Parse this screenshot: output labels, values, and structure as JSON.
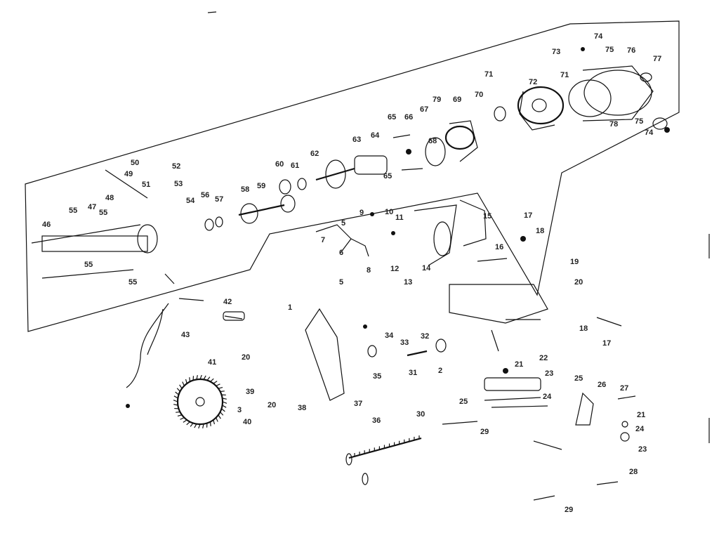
{
  "diagram": {
    "type": "exploded-parts-diagram",
    "callouts": [
      {
        "id": "c74a",
        "text": "74"
      },
      {
        "id": "c75a",
        "text": "75"
      },
      {
        "id": "c76",
        "text": "76"
      },
      {
        "id": "c73",
        "text": "73"
      },
      {
        "id": "c77",
        "text": "77"
      },
      {
        "id": "c71a",
        "text": "71"
      },
      {
        "id": "c72",
        "text": "72"
      },
      {
        "id": "c71b",
        "text": "71"
      },
      {
        "id": "c70",
        "text": "70"
      },
      {
        "id": "c69",
        "text": "69"
      },
      {
        "id": "c79",
        "text": "79"
      },
      {
        "id": "c67",
        "text": "67"
      },
      {
        "id": "c65a",
        "text": "65"
      },
      {
        "id": "c66",
        "text": "66"
      },
      {
        "id": "c78",
        "text": "78"
      },
      {
        "id": "c75b",
        "text": "75"
      },
      {
        "id": "c74b",
        "text": "74"
      },
      {
        "id": "c64",
        "text": "64"
      },
      {
        "id": "c63",
        "text": "63"
      },
      {
        "id": "c68",
        "text": "68"
      },
      {
        "id": "c62",
        "text": "62"
      },
      {
        "id": "c60",
        "text": "60"
      },
      {
        "id": "c61",
        "text": "61"
      },
      {
        "id": "c65b",
        "text": "65"
      },
      {
        "id": "c50",
        "text": "50"
      },
      {
        "id": "c52",
        "text": "52"
      },
      {
        "id": "c49",
        "text": "49"
      },
      {
        "id": "c51",
        "text": "51"
      },
      {
        "id": "c53",
        "text": "53"
      },
      {
        "id": "c58",
        "text": "58"
      },
      {
        "id": "c59",
        "text": "59"
      },
      {
        "id": "c56",
        "text": "56"
      },
      {
        "id": "c57",
        "text": "57"
      },
      {
        "id": "c48",
        "text": "48"
      },
      {
        "id": "c54",
        "text": "54"
      },
      {
        "id": "c55a",
        "text": "55"
      },
      {
        "id": "c47",
        "text": "47"
      },
      {
        "id": "c55b",
        "text": "55"
      },
      {
        "id": "c46",
        "text": "46"
      },
      {
        "id": "c55c",
        "text": "55"
      },
      {
        "id": "c55d",
        "text": "55"
      },
      {
        "id": "c9",
        "text": "9"
      },
      {
        "id": "c10",
        "text": "10"
      },
      {
        "id": "c5a",
        "text": "5"
      },
      {
        "id": "c11",
        "text": "11"
      },
      {
        "id": "c15",
        "text": "15"
      },
      {
        "id": "c17a",
        "text": "17"
      },
      {
        "id": "c18a",
        "text": "18"
      },
      {
        "id": "c7",
        "text": "7"
      },
      {
        "id": "c16",
        "text": "16"
      },
      {
        "id": "c6",
        "text": "6"
      },
      {
        "id": "c8",
        "text": "8"
      },
      {
        "id": "c12",
        "text": "12"
      },
      {
        "id": "c14",
        "text": "14"
      },
      {
        "id": "c19",
        "text": "19"
      },
      {
        "id": "c5b",
        "text": "5"
      },
      {
        "id": "c13",
        "text": "13"
      },
      {
        "id": "c20a",
        "text": "20"
      },
      {
        "id": "c42",
        "text": "42"
      },
      {
        "id": "c1",
        "text": "1"
      },
      {
        "id": "c43",
        "text": "43"
      },
      {
        "id": "c18b",
        "text": "18"
      },
      {
        "id": "c17b",
        "text": "17"
      },
      {
        "id": "c34",
        "text": "34"
      },
      {
        "id": "c32",
        "text": "32"
      },
      {
        "id": "c33",
        "text": "33"
      },
      {
        "id": "c41",
        "text": "41"
      },
      {
        "id": "c20b",
        "text": "20"
      },
      {
        "id": "c22",
        "text": "22"
      },
      {
        "id": "c21a",
        "text": "21"
      },
      {
        "id": "c31",
        "text": "31"
      },
      {
        "id": "c2",
        "text": "2"
      },
      {
        "id": "c23a",
        "text": "23"
      },
      {
        "id": "c35",
        "text": "35"
      },
      {
        "id": "c25a",
        "text": "25"
      },
      {
        "id": "c26",
        "text": "26"
      },
      {
        "id": "c27",
        "text": "27"
      },
      {
        "id": "c39",
        "text": "39"
      },
      {
        "id": "c20c",
        "text": "20"
      },
      {
        "id": "c38",
        "text": "38"
      },
      {
        "id": "c37",
        "text": "37"
      },
      {
        "id": "c25b",
        "text": "25"
      },
      {
        "id": "c24a",
        "text": "24"
      },
      {
        "id": "c3",
        "text": "3"
      },
      {
        "id": "c40",
        "text": "40"
      },
      {
        "id": "c30",
        "text": "30"
      },
      {
        "id": "c36",
        "text": "36"
      },
      {
        "id": "c21b",
        "text": "21"
      },
      {
        "id": "c24b",
        "text": "24"
      },
      {
        "id": "c29a",
        "text": "29"
      },
      {
        "id": "c23b",
        "text": "23"
      },
      {
        "id": "c28",
        "text": "28"
      },
      {
        "id": "c29b",
        "text": "29"
      }
    ]
  }
}
